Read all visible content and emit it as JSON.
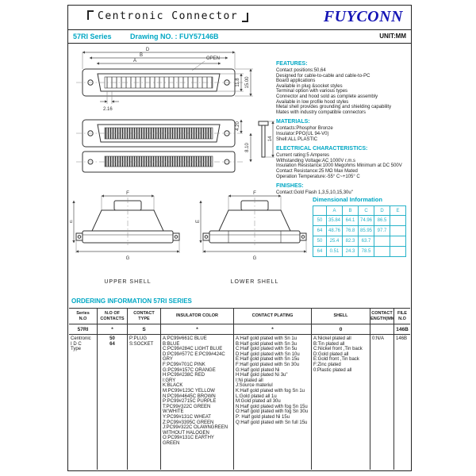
{
  "header": {
    "title": "Centronic Connector",
    "brand": "FUYCONN"
  },
  "titlebar": {
    "series": "57RI Series",
    "drawing_no": "Drawing NO. : FUY57146B",
    "unit": "UNIT:MM"
  },
  "drawing": {
    "open": "OPEN",
    "dims": {
      "d": "D",
      "b": "B",
      "a": "A",
      "pitch": "2.16",
      "h1": "11.8",
      "h2": "15.00",
      "v1": "4.20",
      "v2": "8.10",
      "screw": "14",
      "f": "F",
      "e": "E",
      "g": "G"
    },
    "upper_shell": "UPPER SHELL",
    "lower_shell": "LOWER SHELL"
  },
  "features": {
    "heading": "FEATURES:",
    "items": [
      "Contact positions:50,64",
      "Designed for cable-to-cable and cable-to-PC",
      "Board applications",
      "Available in plug &socket styles",
      "Terminal option with various types",
      "Connector and hood sold as complete assembly",
      "Available in low profile hood styles",
      "Metal shell provides grounding and shielding capability",
      "Mates with industry compatible connectors"
    ]
  },
  "materials": {
    "heading": "MATERIALS:",
    "items": [
      "Contacts:Phosphor Bronze",
      "Insulator:PPO(UL 94-V0)",
      "Shell:ALL PLASTIC"
    ]
  },
  "electrical": {
    "heading": "ELECTRICAL CHARACTERISTICS:",
    "items": [
      "Current rating:5 Amperes",
      "Withstanding Voltage:AC 1000V r.m.s",
      "Insulation Resistance:1000 Megohms Minimum at DC 500V",
      "Contact Resistance:25 MΩ Max Mated",
      "Operation Temperature:-55° C~+105° C"
    ]
  },
  "finishes": {
    "heading": "FINISHES:",
    "items": [
      "Contact:Gold Flash 1,3,5,10,15,30u\""
    ]
  },
  "dimensional": {
    "heading": "Dimensional Information",
    "columns": [
      "",
      "A",
      "B",
      "C",
      "D",
      "E"
    ],
    "rows": [
      [
        "50",
        "35.84",
        "64.1",
        "74.96",
        "86.5",
        ""
      ],
      [
        "64",
        "48.76",
        "76.8",
        "85.95",
        "97.7",
        ""
      ],
      [
        "50",
        "25.4",
        "82.3",
        "63.7",
        "",
        ""
      ],
      [
        "64",
        "0.51",
        "24.3",
        "78.5",
        "",
        ""
      ]
    ]
  },
  "ordering": {
    "heading": "ORDERING INFORMATION 57RI SERIES",
    "columns": [
      "Series\nN.O",
      "N.O OF\nCONTACTS",
      "CONTACT\nTYPE",
      "INSULATOR COLOR",
      "CONTACT PLATING",
      "SHELL",
      "CONTACT\nLENGTH(MM)",
      "FILE\nN.O"
    ],
    "code": [
      "57RI",
      "*",
      "S",
      "*",
      "*",
      "0",
      "",
      "146B"
    ],
    "series_desc": [
      "Centronic",
      "I D C",
      "Type"
    ],
    "contacts": [
      "50",
      "64"
    ],
    "contact_type": [
      "P:PLUG",
      "S:SOCKET"
    ],
    "insulator_colors": [
      "A:PC99#661C BLUE",
      "B:BLUE",
      "C:PC99#284C LIGHT BLUE",
      "D:PC99#577C E:PC99#424C GRY",
      "F:PC99#701C PINK",
      "G:PC99#157C ORANGE",
      "H:PC99#238C RED",
      "I:GRY",
      "K:BLACK",
      "M:PC99#123C YELLOW",
      "N:PC99#4645C BROWN",
      "P:PC99#2715C PURPLE",
      "T:PC99#322C GREEN",
      "W:WHITE",
      "Y:PC99#131C WHEAT",
      "Z:PC99#3395C GREEN",
      "J:PC99#322C OLAWNGREEN",
      "WITHOUT HALOGEN",
      "O:PC99#131C EARTHY",
      "GREEN"
    ],
    "contact_plating": [
      "A:Half gold plated with Sn 1u",
      "B:Half gold plated with Sn 3u",
      "C:Half gold plated with Sn 5u",
      "D:Half gold plated with Sn 10u",
      "E:Half gold plated with Sn 15u",
      "F:Half gold plated with Sn 30u",
      "G:Half gold plated Ni",
      "H:Half gold plated Ni 3u\"",
      "I:Ni plated all",
      "J:Source materiul",
      "K:Half gold plated with fog Sn 1u",
      "L:Gold plated all 1u",
      "M:Gold plated all 30u",
      "N:Half gold plated with fog Sn 15u",
      "O:Half gold plated with fog Sn 30u",
      "P: Half gold plated Ni 15u",
      "Q:Half gold plated with Sn full 15u"
    ],
    "shell": [
      "A:Nickel plated all",
      "B:Tin plated all",
      "C:Nickel front ,Tin back",
      "D:Gold plated all",
      "E:Gold front ,Tin back",
      "F:Zinc plated",
      "0:Plastic plated all"
    ],
    "contact_length": [
      "0:N/A"
    ],
    "file_no": [
      "146B"
    ]
  },
  "colors": {
    "accent_cyan": "#00a7c4",
    "brand_blue": "#1515b5"
  }
}
